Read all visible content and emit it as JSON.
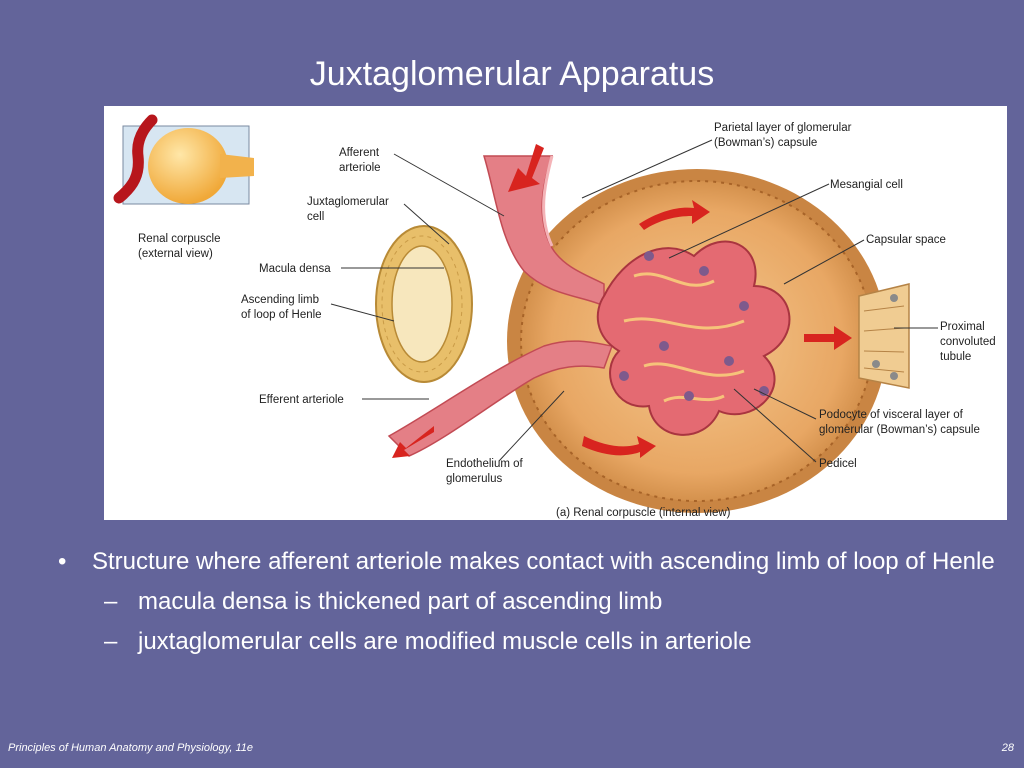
{
  "slide": {
    "title": "Juxtaglomerular Apparatus",
    "footer_left": "Principles of Human Anatomy and Physiology, 11e",
    "page_number": "28"
  },
  "figure": {
    "labels": {
      "afferent_arteriole": [
        "Afferent",
        "arteriole"
      ],
      "juxtaglomerular_cell": [
        "Juxtaglomerular",
        "cell"
      ],
      "renal_corpuscle_external": [
        "Renal corpuscle",
        "(external view)"
      ],
      "macula_densa": "Macula densa",
      "ascending_limb": [
        "Ascending limb",
        "of loop of Henle"
      ],
      "efferent_arteriole": "Efferent arteriole",
      "endothelium": [
        "Endothelium of",
        "glomerulus"
      ],
      "parietal_layer": [
        "Parietal layer of glomerular",
        "(Bowman’s) capsule"
      ],
      "mesangial_cell": "Mesangial cell",
      "capsular_space": "Capsular space",
      "proximal_tubule": [
        "Proximal",
        "convoluted",
        "tubule"
      ],
      "podocyte": [
        "Podocyte of visceral layer of",
        "glomerular (Bowman’s) capsule"
      ],
      "pedicel": "Pedicel",
      "caption": "(a) Renal corpuscle (internal view)"
    }
  },
  "bullets": [
    {
      "text": "Structure where afferent arteriole makes contact with ascending limb of loop of Henle",
      "subs": [
        "macula densa is thickened part of ascending limb",
        "juxtaglomerular cells are modified muscle cells in arteriole"
      ]
    }
  ],
  "colors": {
    "background": "#63649a",
    "capsule": "#e9a867",
    "vessel": "#e47f86",
    "arrow": "#d8241f",
    "macula": "#e8c069"
  }
}
